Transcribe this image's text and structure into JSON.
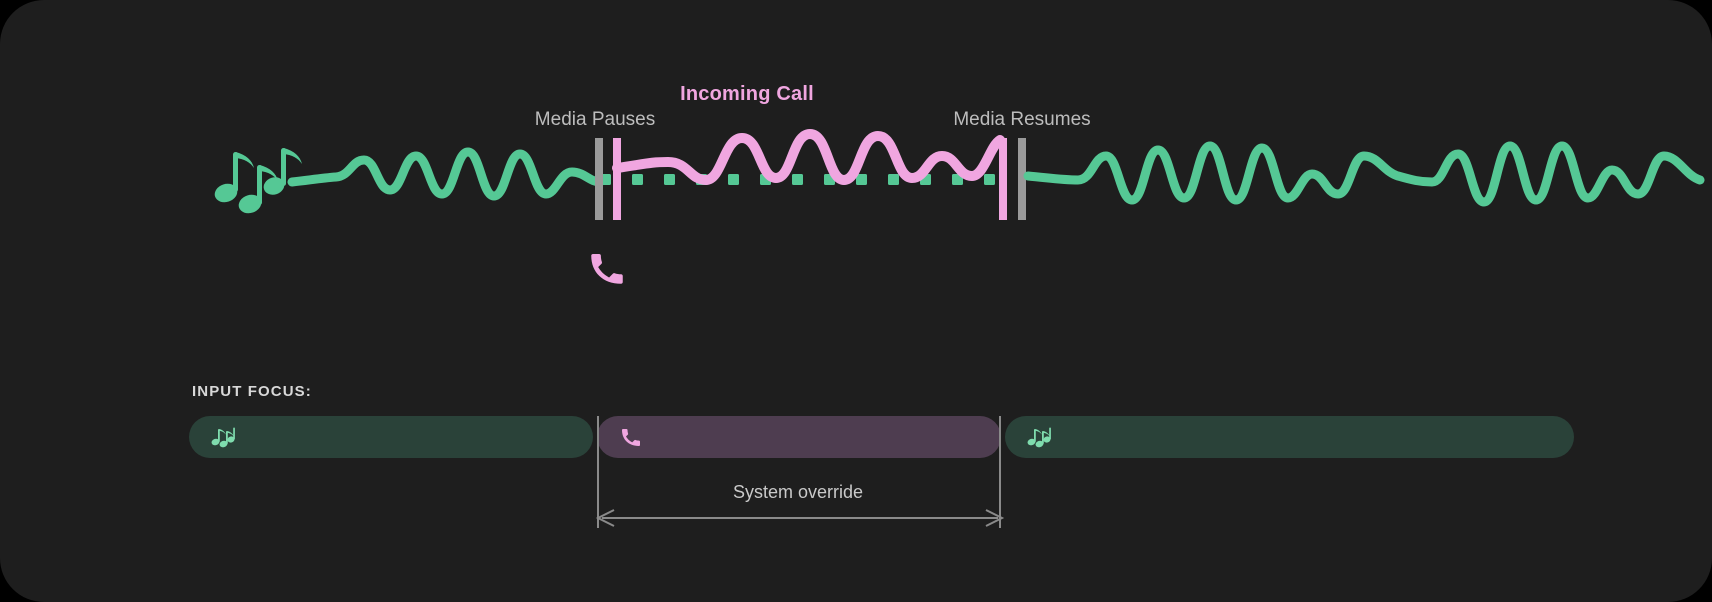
{
  "theme": {
    "background": "#1e1e1e",
    "media_green": "#55c895",
    "call_pink": "#f0a6e0",
    "label_grey": "#bdbdbd",
    "divider_grey": "#9a9a9a",
    "focus_media_bg": "#2a4239",
    "focus_call_bg": "#4e3d50"
  },
  "timeline": {
    "incoming_call_label": "Incoming Call",
    "media_pauses_label": "Media Pauses",
    "media_resumes_label": "Media Resumes",
    "icons": {
      "media_left": "music-notes-icon",
      "call_marker": "phone-icon"
    },
    "segments": [
      {
        "name": "media-playing-before",
        "state": "playing",
        "source": "media",
        "color": "#55c895"
      },
      {
        "name": "media-paused-during-call",
        "state": "paused",
        "source": "media",
        "color": "#55c895"
      },
      {
        "name": "call-audio",
        "state": "active",
        "source": "call",
        "color": "#f0a6e0"
      },
      {
        "name": "media-playing-after",
        "state": "playing",
        "source": "media",
        "color": "#55c895"
      }
    ],
    "dividers": [
      {
        "name": "pause-divider-grey",
        "color": "#9a9a9a"
      },
      {
        "name": "pause-divider-pink",
        "color": "#f0a6e0"
      },
      {
        "name": "resume-divider-pink",
        "color": "#f0a6e0"
      },
      {
        "name": "resume-divider-grey",
        "color": "#9a9a9a"
      }
    ]
  },
  "input_focus": {
    "label": "INPUT FOCUS:",
    "segments": [
      {
        "name": "focus-segment-media-1",
        "owner": "media",
        "icon": "music-notes-icon",
        "glyph": "♫♪"
      },
      {
        "name": "focus-segment-call",
        "owner": "call",
        "icon": "phone-icon",
        "glyph": ""
      },
      {
        "name": "focus-segment-media-2",
        "owner": "media",
        "icon": "music-notes-icon",
        "glyph": "♫♪"
      }
    ],
    "override": {
      "label": "System override",
      "arrow": "double-headed-arrow"
    }
  }
}
